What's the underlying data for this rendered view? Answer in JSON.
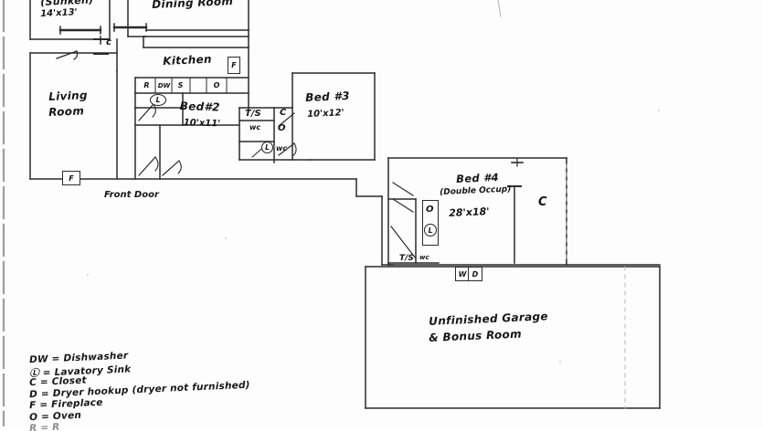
{
  "document": {
    "kind": "hand-drawn-floor-plan-scan",
    "title_visible": false
  },
  "rooms": [
    {
      "id": "sunken-room",
      "name": "(Sunken)",
      "dimensions": "14'x13'",
      "note": "label partially cut off at top edge"
    },
    {
      "id": "dining-room",
      "name": "Dining Room",
      "dimensions": ""
    },
    {
      "id": "kitchen",
      "name": "Kitchen",
      "dimensions": ""
    },
    {
      "id": "living-room",
      "name": "Living\nRoom",
      "dimensions": ""
    },
    {
      "id": "bed-2",
      "name": "Bed#2",
      "dimensions": "10'x11'"
    },
    {
      "id": "bed-3",
      "name": "Bed #3",
      "dimensions": "10'x12'"
    },
    {
      "id": "bed-4",
      "name": "Bed #4",
      "dimensions": "28'x18'",
      "subtitle": "(Double Occup)"
    },
    {
      "id": "garage",
      "name": "Unfinished Garage\n& Bonus Room",
      "dimensions": ""
    }
  ],
  "annotations": {
    "front_door": "Front Door",
    "sunken_note": "(Sunken)",
    "sunken_dim": "14'x13'",
    "dining": "Dining Room",
    "kitchen": "Kitchen",
    "living_line1": "Living",
    "living_line2": "Room",
    "bed2": "Bed#2",
    "bed2_dim": "10'x11'",
    "bed3": "Bed #3",
    "bed3_dim": "10'x12'",
    "bed4": "Bed #4",
    "bed4_sub": "(Double Occup)",
    "bed4_dim": "28'x18'",
    "garage_line1": "Unfinished Garage",
    "garage_line2": "& Bonus Room",
    "closet_hall": "c",
    "closet_bed3": "C",
    "closet_bed4": "C"
  },
  "fixtures": {
    "kitchen_counter": [
      "R",
      "DW",
      "S",
      "O"
    ],
    "kitchen_sink": "L",
    "kitchen_fireplace": "F",
    "living_fireplace": "F",
    "hall_bath": {
      "tub_shower": "T/S",
      "toilet_upper": "wc",
      "toilet_lower": "wc",
      "oven_mark": "O",
      "lavatory": "L"
    },
    "bed4_bath": {
      "tub_shower": "T/S",
      "toilet": "wc",
      "oven_mark": "O",
      "lavatory": "L"
    },
    "laundry": [
      "W",
      "D"
    ]
  },
  "legend": {
    "rows": [
      "DW = Dishwasher",
      "Ⓛ = Lavatory Sink",
      "C = Closet",
      "D = Dryer hookup (dryer not furnished)",
      "F = Fireplace",
      "O = Oven",
      "R = R"
    ],
    "last_row_cut_off": true
  },
  "colors": {
    "ink": "#161616",
    "paper": "#fdfdfd",
    "wall": "#2b2b2b",
    "faint": "#9a9a9a"
  }
}
